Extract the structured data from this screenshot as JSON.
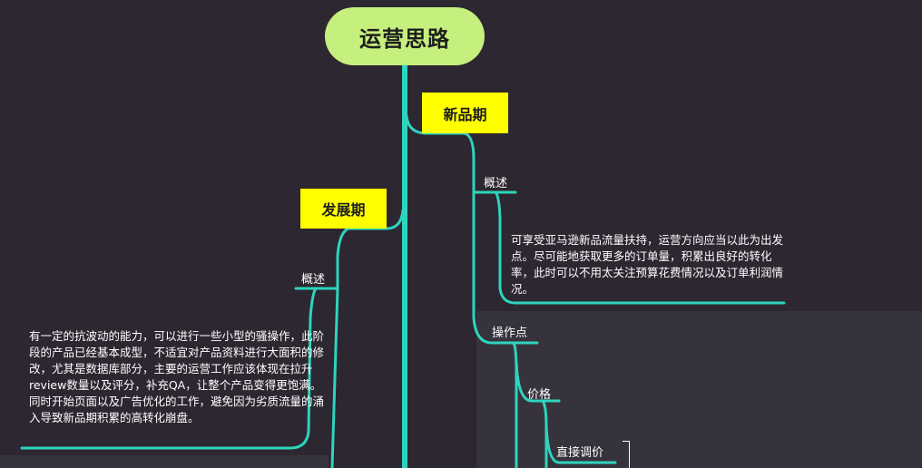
{
  "root": {
    "title": "运营思路"
  },
  "phases": {
    "new": {
      "title": "新品期",
      "overview_label": "概述",
      "overview_text": "可享受亚马逊新品流量扶持，运营方向应当以此为出发点。尽可能地获取更多的订单量，积累出良好的转化率，此时可以不用太关注预算花费情况以及订单利润情况。",
      "operations_label": "操作点",
      "price_label": "价格",
      "direct_adjust_label": "直接调价"
    },
    "development": {
      "title": "发展期",
      "overview_label": "概述",
      "overview_text": "有一定的抗波动的能力，可以进行一些小型的骚操作，此阶段的产品已经基本成型，不适宜对产品资料进行大面积的修改，尤其是数据库部分，主要的运营工作应该体现在拉升review数量以及评分，补充QA，让整个产品变得更饱满。同时开始页面以及广告优化的工作，避免因为劣质流量的涌入导致新品期积累的高转化崩盘。"
    }
  },
  "colors": {
    "background": "#2c2731",
    "panel": "#37333c",
    "branch": "#2ed4bd",
    "root_fill": "#c6f07d",
    "phase_fill": "#ffff00",
    "text": "#ffffff"
  }
}
